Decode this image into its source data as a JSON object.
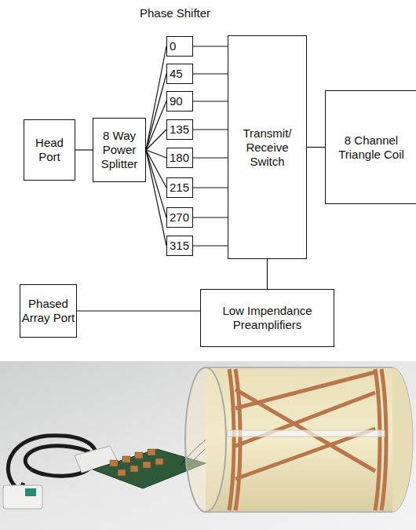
{
  "diagram": {
    "nodes": [
      {
        "text": [
          "Head Port"
        ]
      },
      {
        "text": [
          "8 Way Power Splitter"
        ]
      },
      {
        "text": [
          "0"
        ]
      },
      {
        "text": [
          "45"
        ]
      },
      {
        "text": [
          "90"
        ]
      },
      {
        "text": [
          "135"
        ]
      },
      {
        "text": [
          "180"
        ]
      },
      {
        "text": [
          "215"
        ]
      },
      {
        "text": [
          "270"
        ]
      },
      {
        "text": [
          "315"
        ]
      },
      {
        "text": [
          "Transmit/ Receive Switch"
        ]
      },
      {
        "text": [
          "8 Channel Triangle Coil"
        ]
      },
      {
        "text": [
          "Phased Array Port"
        ]
      },
      {
        "text": [
          "Low Impendance Preamplifiers"
        ]
      }
    ],
    "edges": [
      {
        "from": 0,
        "to": 1,
        "arrow": "none"
      },
      {
        "from": 1,
        "to": 2,
        "arrow": "none"
      },
      {
        "from": 1,
        "to": 3,
        "arrow": "none"
      },
      {
        "from": 1,
        "to": 4,
        "arrow": "none"
      },
      {
        "from": 1,
        "to": 5,
        "arrow": "none"
      },
      {
        "from": 1,
        "to": 6,
        "arrow": "none"
      },
      {
        "from": 1,
        "to": 7,
        "arrow": "none"
      },
      {
        "from": 1,
        "to": 8,
        "arrow": "none"
      },
      {
        "from": 1,
        "to": 9,
        "arrow": "none"
      },
      {
        "from": 2,
        "to": 10,
        "arrow": "none"
      },
      {
        "from": 3,
        "to": 10,
        "arrow": "none"
      },
      {
        "from": 4,
        "to": 10,
        "arrow": "none"
      },
      {
        "from": 5,
        "to": 10,
        "arrow": "none"
      },
      {
        "from": 6,
        "to": 10,
        "arrow": "none"
      },
      {
        "from": 7,
        "to": 10,
        "arrow": "none"
      },
      {
        "from": 8,
        "to": 10,
        "arrow": "none"
      },
      {
        "from": 9,
        "to": 10,
        "arrow": "none"
      },
      {
        "from": 10,
        "to": 11,
        "arrow": "none"
      },
      {
        "from": 10,
        "to": 13,
        "arrow": "none"
      },
      {
        "from": 12,
        "to": 13,
        "arrow": "none"
      }
    ],
    "labels": [
      "Phase Shifter"
    ]
  }
}
